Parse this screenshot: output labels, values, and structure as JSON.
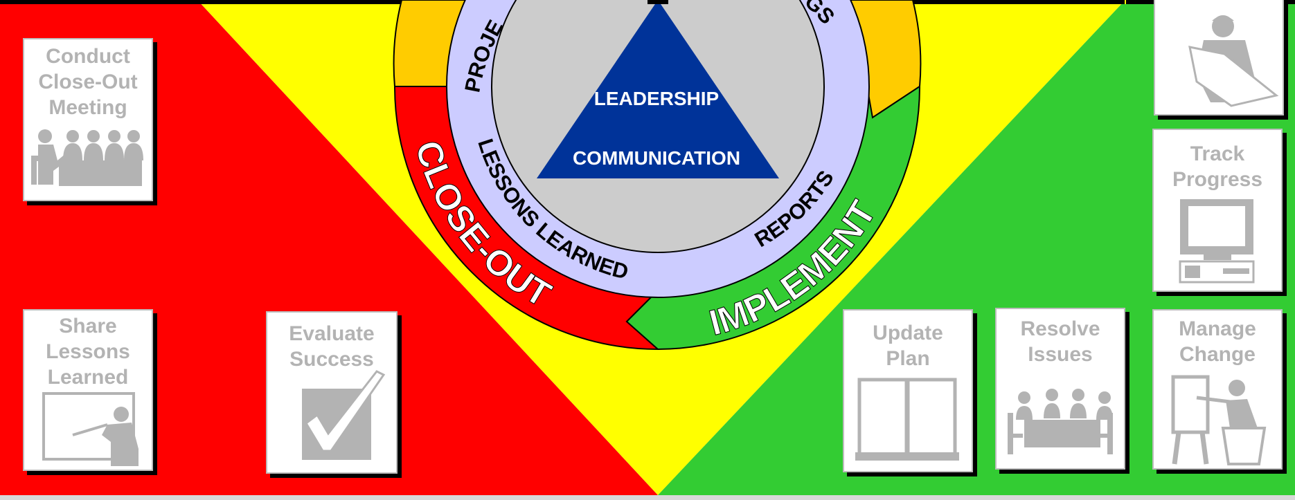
{
  "colors": {
    "closeout": "#ff0000",
    "middle": "#ffff00",
    "implement": "#33cc33",
    "ring": "#ccccff",
    "core": "#cccccc",
    "triangle": "#003399",
    "planning_arc": "#ffcc00",
    "card_text": "#b3b3b3",
    "icon": "#b3b3b3"
  },
  "wheel": {
    "ring_top_left": "PROJE",
    "ring_top_right": "GS",
    "lessons": "LESSONS LEARNED",
    "reports": "REPORTS",
    "closeout": "CLOSE-OUT",
    "implement": "IMPLEMENT"
  },
  "triangle": {
    "top": "LEADERSHIP",
    "bottom": "COMMUNICATION"
  },
  "cards": {
    "conduct": {
      "label": "Conduct\nClose-Out\nMeeting",
      "icon": "meeting-icon"
    },
    "share": {
      "label": "Share\nLessons\nLearned",
      "icon": "presenter-icon"
    },
    "evaluate": {
      "label": "Evaluate\nSuccess",
      "icon": "checkmark-icon"
    },
    "blueprint": {
      "label": "",
      "icon": "worker-blueprint-icon"
    },
    "track": {
      "label": "Track\nProgress",
      "icon": "computer-icon"
    },
    "update": {
      "label": "Update\nPlan",
      "icon": "open-book-icon"
    },
    "resolve": {
      "label": "Resolve\nIssues",
      "icon": "conference-table-icon"
    },
    "manage": {
      "label": "Manage\nChange",
      "icon": "easel-presenter-icon"
    }
  }
}
